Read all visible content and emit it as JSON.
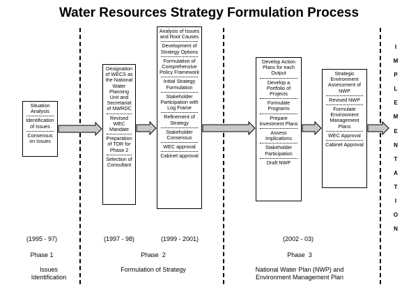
{
  "title": "Water Resources Strategy Formulation Process",
  "boxes": [
    {
      "id": "situation",
      "items": [
        "Situation Analysis",
        "Identification of Issues",
        "Consensus on Issues"
      ]
    },
    {
      "id": "designation",
      "items": [
        "Designation of WECS as the National Water Planning Unit and Secretariat of NWRDC",
        "Revised WEC Mandate",
        "Preparation of TOR for Phase 2",
        "Selection of Consultant"
      ]
    },
    {
      "id": "analysis",
      "items": [
        "Analysis of Issues and Root Causes",
        "Development of Strategy Options",
        "Formulation of Comprehensive Policy Framework",
        "Initial Strategy Formulation",
        "Stakeholder Participation with Log Frame",
        "Refinement of Strategy",
        "Stakeholder Consensus",
        "WEC approval",
        "Cabinet approval"
      ]
    },
    {
      "id": "action",
      "items": [
        "Develop Action Plans for each Output",
        "Develop a Portfolio of Projects",
        "Formulate Programs",
        "Prepare Investment Plans",
        "Assess Implications",
        "Stakeholder Participation",
        "Draft NWP"
      ]
    },
    {
      "id": "environment",
      "items": [
        "Strategic Environment Assessment of NWP",
        "Revised NWP",
        "Formulate Environment Management Plans",
        "WEC Approval",
        "Cabinet Approval"
      ]
    }
  ],
  "implementation_letters": [
    "I",
    "M",
    "P",
    "L",
    "E",
    "M",
    "E",
    "N",
    "T",
    "A",
    "T",
    "I",
    "O",
    "N"
  ],
  "periods": [
    "(1995 - 97)",
    "(1997 - 98)",
    "(1999 - 2001)",
    "(2002 - 03)"
  ],
  "phases": [
    "Phase 1",
    "Phase  2",
    "Phase  3"
  ],
  "phase_names": [
    "Issues Identification",
    "Formulation of Strategy",
    "National Water Plan (NWP) and Environment Management Plan"
  ],
  "colors": {
    "arrow_fill": "#c8c8c8",
    "arrow_stroke": "#000000"
  }
}
